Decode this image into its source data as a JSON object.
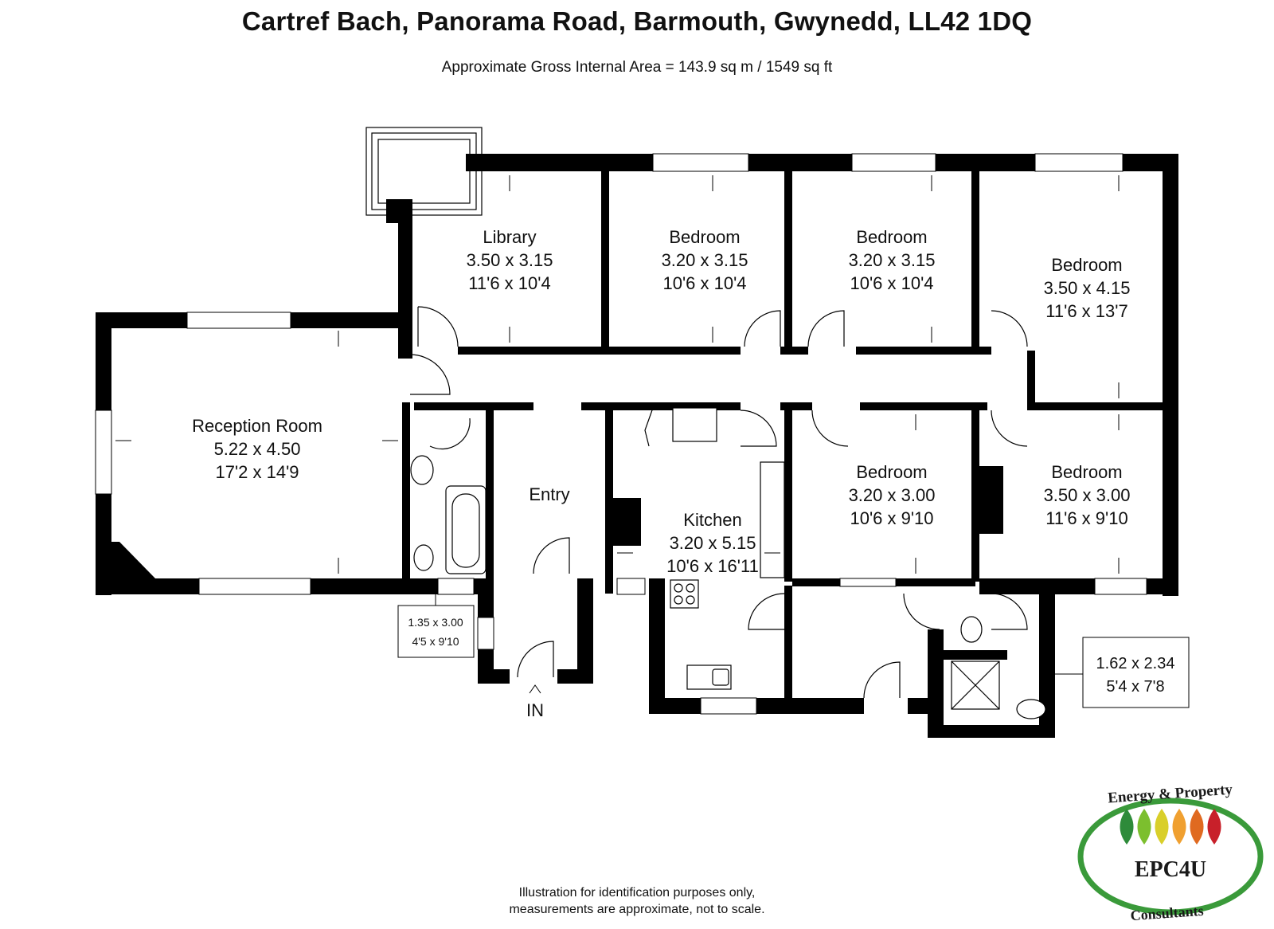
{
  "title": "Cartref Bach, Panorama Road, Barmouth, Gwynedd, LL42 1DQ",
  "subtitle": "Approximate Gross Internal Area = 143.9 sq m / 1549 sq ft",
  "footer": {
    "line1": "Illustration for identification purposes only,",
    "line2": "measurements are approximate, not to scale."
  },
  "rooms": {
    "library": {
      "name": "Library",
      "metric": "3.50 x 3.15",
      "imperial": "11'6 x 10'4"
    },
    "bedroom1": {
      "name": "Bedroom",
      "metric": "3.20 x 3.15",
      "imperial": "10'6 x 10'4"
    },
    "bedroom2": {
      "name": "Bedroom",
      "metric": "3.20 x 3.15",
      "imperial": "10'6 x 10'4"
    },
    "bedroom3": {
      "name": "Bedroom",
      "metric": "3.50 x 4.15",
      "imperial": "11'6 x 13'7"
    },
    "reception": {
      "name": "Reception Room",
      "metric": "5.22 x 4.50",
      "imperial": "17'2 x 14'9"
    },
    "entry": {
      "name": "Entry"
    },
    "kitchen": {
      "name": "Kitchen",
      "metric": "3.20 x 5.15",
      "imperial": "10'6 x 16'11"
    },
    "bedroom4": {
      "name": "Bedroom",
      "metric": "3.20 x 3.00",
      "imperial": "10'6 x 9'10"
    },
    "bedroom5": {
      "name": "Bedroom",
      "metric": "3.50 x 3.00",
      "imperial": "11'6 x 9'10"
    },
    "bathroom": {
      "metric": "1.35 x 3.00",
      "imperial": "4'5 x 9'10"
    },
    "shower": {
      "metric": "1.62 x 2.34",
      "imperial": "5'4 x 7'8"
    }
  },
  "entrance_label": "IN",
  "logo": {
    "top": "Energy & Property",
    "middle": "EPC4U",
    "bottom": "Consultants",
    "colors": [
      "#2e8b3a",
      "#7cbf2e",
      "#d9cf2a",
      "#f0a030",
      "#e06a20",
      "#c8202a"
    ]
  }
}
